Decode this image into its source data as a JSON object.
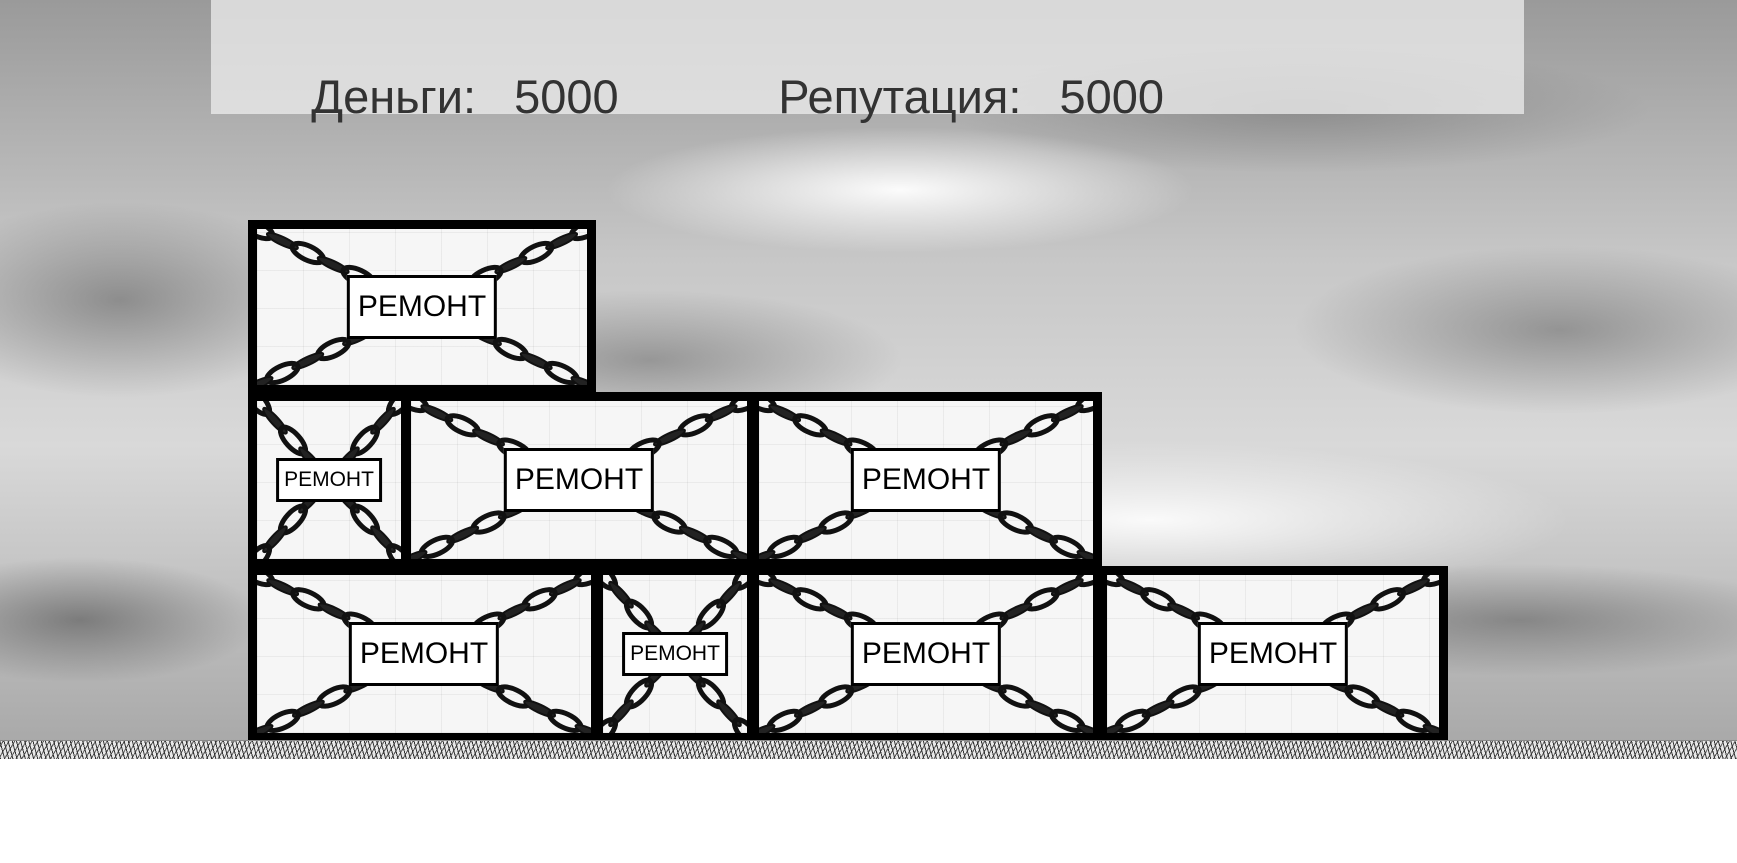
{
  "hud": {
    "money_label": "Деньги:",
    "money_value": "5000",
    "reputation_label": "Репутация:",
    "reputation_value": "5000"
  },
  "rooms": {
    "top": {
      "label": "РЕМОНТ"
    },
    "mid_small": {
      "label": "РЕМОНТ"
    },
    "mid_center": {
      "label": "РЕМОНТ"
    },
    "mid_right": {
      "label": "РЕМОНТ"
    },
    "bottom_left": {
      "label": "РЕМОНТ"
    },
    "bottom_small": {
      "label": "РЕМОНТ"
    },
    "bottom_center": {
      "label": "РЕМОНТ"
    },
    "bottom_right": {
      "label": "РЕМОНТ"
    }
  },
  "colors": {
    "frame": "#000000",
    "hud_text": "#333333"
  }
}
